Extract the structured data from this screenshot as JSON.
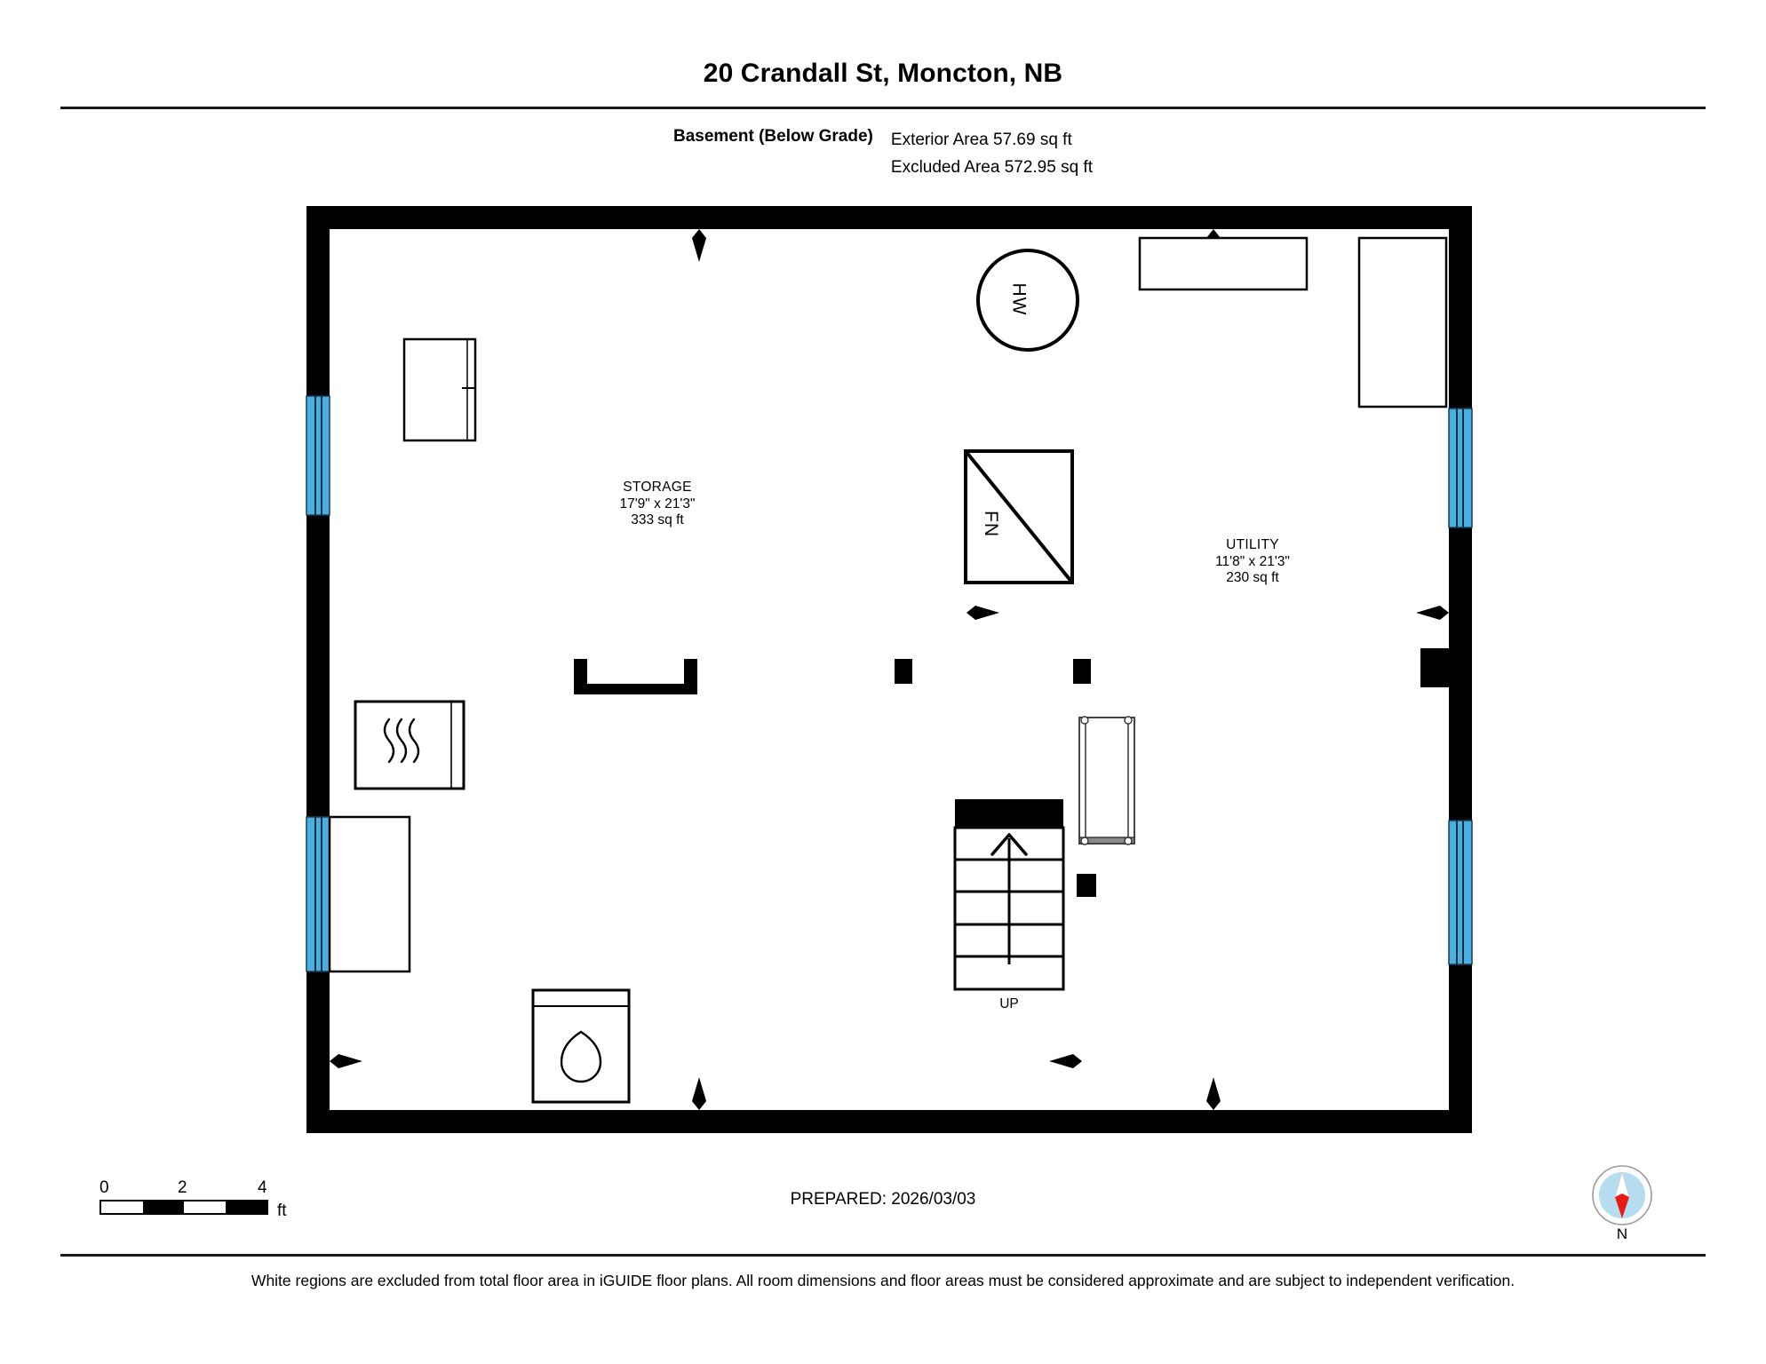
{
  "header": {
    "title": "20 Crandall St, Moncton, NB",
    "floor_name": "Basement (Below Grade)",
    "exterior_area": "Exterior Area 57.69 sq ft",
    "excluded_area": "Excluded Area 572.95 sq ft"
  },
  "rooms": [
    {
      "name": "STORAGE",
      "dimensions": "17'9\" x 21'3\"",
      "area": "333 sq ft"
    },
    {
      "name": "UTILITY",
      "dimensions": "11'8\" x 21'3\"",
      "area": "230 sq ft"
    }
  ],
  "fixtures": {
    "water_heater": "HW",
    "furnace": "FN",
    "stairs_direction": "UP"
  },
  "scale": {
    "ticks": [
      "0",
      "2",
      "4"
    ],
    "unit": "ft"
  },
  "prepared": "PREPARED: 2026/03/03",
  "compass": {
    "label": "N"
  },
  "footer": {
    "note": "White regions are excluded from total floor area in iGUIDE floor plans. All room dimensions and floor areas must be considered approximate and are subject to independent verification."
  },
  "colors": {
    "wall": "#000000",
    "window": "#4aaee0",
    "compass_disc": "#b6dcf0",
    "compass_needle": "#e81c13",
    "rule": "#1a1a1a"
  }
}
